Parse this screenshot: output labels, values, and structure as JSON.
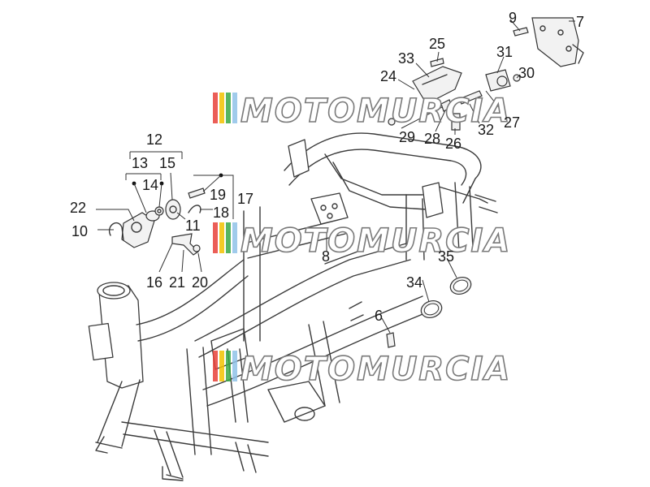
{
  "watermark": {
    "text": "MOTOMURCIA",
    "stripe_colors": [
      "#e8423a",
      "#f2c200",
      "#39a845",
      "#8fc2e8"
    ]
  },
  "callouts": {
    "c6": "6",
    "c7": "7",
    "c8": "8",
    "c9": "9",
    "c10": "10",
    "c11": "11",
    "c12": "12",
    "c13": "13",
    "c14": "14",
    "c15": "15",
    "c16": "16",
    "c17": "17",
    "c18": "18",
    "c19": "19",
    "c20": "20",
    "c21": "21",
    "c22": "22",
    "c24": "24",
    "c25": "25",
    "c26": "26",
    "c27": "27",
    "c28": "28",
    "c29": "29",
    "c30": "30",
    "c31": "31",
    "c32": "32",
    "c33": "33",
    "c34": "34",
    "c35": "35"
  }
}
